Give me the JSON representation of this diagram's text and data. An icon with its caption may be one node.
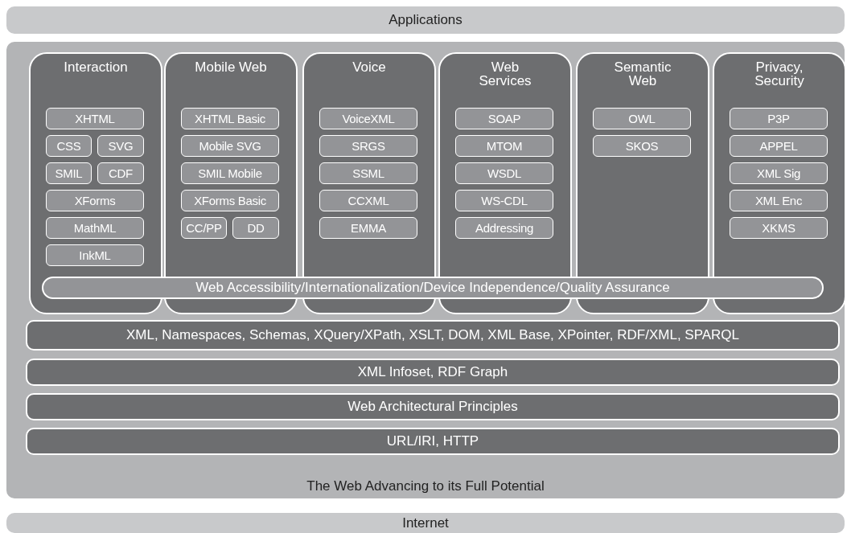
{
  "diagram": {
    "nodes": [
      {
        "text": [
          "Applications"
        ]
      },
      {
        "text": [
          "The Web Advancing to its Full Potential"
        ]
      },
      {
        "text": [
          "Interaction"
        ],
        "in": 1
      },
      {
        "text": [
          "XHTML"
        ],
        "in": 2
      },
      {
        "text": [
          "CSS"
        ],
        "in": 2
      },
      {
        "text": [
          "SVG"
        ],
        "in": 2
      },
      {
        "text": [
          "SMIL"
        ],
        "in": 2
      },
      {
        "text": [
          "CDF"
        ],
        "in": 2
      },
      {
        "text": [
          "XForms"
        ],
        "in": 2
      },
      {
        "text": [
          "MathML"
        ],
        "in": 2
      },
      {
        "text": [
          "InkML"
        ],
        "in": 2
      },
      {
        "text": [
          "Mobile Web"
        ],
        "in": 1
      },
      {
        "text": [
          "XHTML Basic"
        ],
        "in": 11
      },
      {
        "text": [
          "Mobile SVG"
        ],
        "in": 11
      },
      {
        "text": [
          "SMIL Mobile"
        ],
        "in": 11
      },
      {
        "text": [
          "XForms Basic"
        ],
        "in": 11
      },
      {
        "text": [
          "CC/PP"
        ],
        "in": 11
      },
      {
        "text": [
          "DD"
        ],
        "in": 11
      },
      {
        "text": [
          "Voice"
        ],
        "in": 1
      },
      {
        "text": [
          "VoiceXML"
        ],
        "in": 18
      },
      {
        "text": [
          "SRGS"
        ],
        "in": 18
      },
      {
        "text": [
          "SSML"
        ],
        "in": 18
      },
      {
        "text": [
          "CCXML"
        ],
        "in": 18
      },
      {
        "text": [
          "EMMA"
        ],
        "in": 18
      },
      {
        "text": [
          "Web Services"
        ],
        "in": 1
      },
      {
        "text": [
          "SOAP"
        ],
        "in": 24
      },
      {
        "text": [
          "MTOM"
        ],
        "in": 24
      },
      {
        "text": [
          "WSDL"
        ],
        "in": 24
      },
      {
        "text": [
          "WS-CDL"
        ],
        "in": 24
      },
      {
        "text": [
          "Addressing"
        ],
        "in": 24
      },
      {
        "text": [
          "Semantic Web"
        ],
        "in": 1
      },
      {
        "text": [
          "OWL"
        ],
        "in": 30
      },
      {
        "text": [
          "SKOS"
        ],
        "in": 30
      },
      {
        "text": [
          "Privacy, Security"
        ],
        "in": 1
      },
      {
        "text": [
          "P3P"
        ],
        "in": 33
      },
      {
        "text": [
          "APPEL"
        ],
        "in": 33
      },
      {
        "text": [
          "XML Sig"
        ],
        "in": 33
      },
      {
        "text": [
          "XML Enc"
        ],
        "in": 33
      },
      {
        "text": [
          "XKMS"
        ],
        "in": 33
      },
      {
        "text": [
          "Web Accessibility/Internationalization/Device Independence/Quality Assurance"
        ],
        "in": 1
      },
      {
        "text": [
          "XML, Namespaces, Schemas, XQuery/XPath, XSLT, DOM, XML Base, XPointer, RDF/XML, SPARQL"
        ],
        "in": 1
      },
      {
        "text": [
          "XML Infoset, RDF Graph"
        ],
        "in": 1
      },
      {
        "text": [
          "Web Architectural Principles"
        ],
        "in": 1
      },
      {
        "text": [
          "URL/IRI, HTTP"
        ],
        "in": 1
      },
      {
        "text": [
          "Internet"
        ]
      }
    ],
    "edges": []
  }
}
